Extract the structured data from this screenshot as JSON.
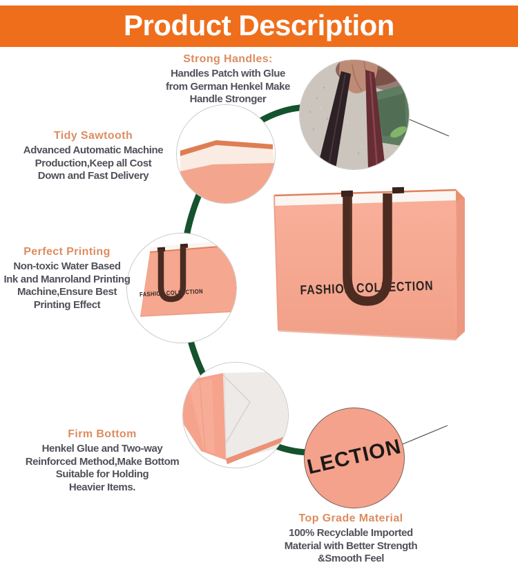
{
  "banner": {
    "title": "Product Description"
  },
  "features": [
    {
      "title": "Strong Handles:",
      "lines": [
        "Handles Patch with Glue",
        "from German Henkel Make",
        "Handle Stronger"
      ]
    },
    {
      "title": "Tidy Sawtooth",
      "lines": [
        "Advanced Automatic Machine",
        "Production,Keep all Cost",
        "Down and Fast Delivery"
      ]
    },
    {
      "title": "Perfect Printing",
      "lines": [
        "Non-toxic Water Based",
        "Ink and Manroland Printing",
        "Machine,Ensure Best",
        "Printing Effect"
      ]
    },
    {
      "title": "Firm Bottom",
      "lines": [
        "Henkel Glue and Two-way",
        "Reinforced Method,Make Bottom",
        "Suitable for Holding",
        "Heavier Items."
      ]
    },
    {
      "title": "Top Grade Material",
      "lines": [
        "100% Recyclable Imported",
        "Material with Better Strength",
        "&Smooth Feel"
      ]
    }
  ],
  "product": {
    "brand_text": "FASHION COLLECTION",
    "material_detail_text": "LECTION"
  },
  "colors": {
    "banner_bg": "#EF6E1C",
    "heading_orange": "#DD8C60",
    "body_text": "#50505A",
    "ring_green": "#14532D",
    "bag_pink": "#F5A892",
    "ribbon_brown": "#4A2B21",
    "material_circle_pink": "#F4A28B"
  }
}
